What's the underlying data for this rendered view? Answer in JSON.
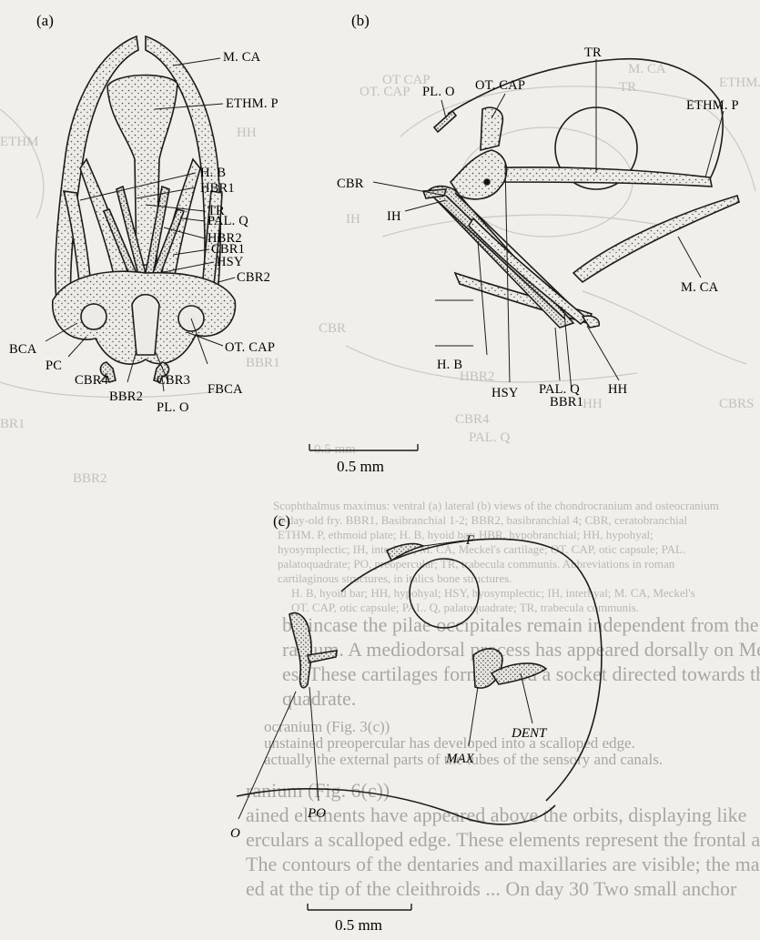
{
  "panels": {
    "a": {
      "letter": "(a)",
      "labels": {
        "m_ca": "M. CA",
        "ethm_p": "ETHM. P",
        "h_b": "H. B",
        "hbr1": "HBR1",
        "tr": "TR",
        "pal_q": "PAL. Q",
        "hbr2": "HBR2",
        "cbr1": "CBR1",
        "hsy": "HSY",
        "cbr2": "CBR2",
        "bca": "BCA",
        "pc": "PC",
        "cbr4": "CBR4",
        "bbr2": "BBR2",
        "cbr3": "CBR3",
        "pl_o": "PL. O",
        "ot_cap": "OT. CAP",
        "fbca": "FBCA"
      }
    },
    "b": {
      "letter": "(b)",
      "labels": {
        "pl_o": "PL. O",
        "ot_cap": "OT. CAP",
        "tr": "TR",
        "ethm_p": "ETHM. P",
        "cbr": "CBR",
        "ih": "IH",
        "m_ca": "M. CA",
        "h_b": "H. B",
        "hsy": "HSY",
        "pal_q": "PAL. Q",
        "hh": "HH",
        "bbr1": "BBR1"
      }
    },
    "c": {
      "letter": "(c)",
      "labels": {
        "f": "F",
        "dent": "DENT",
        "max": "MAX",
        "o": "O",
        "po": "PO"
      }
    }
  },
  "scale_bars": {
    "top": "0.5 mm",
    "bottom": "0.5 mm"
  },
  "background_page": {
    "caption_lines": [
      "Scophthalmus maximus: ventral (a) lateral (b) views of the chondrocranium and osteocranium",
      "5-day-old fry. BBR1, Basibranchial 1-2; BBR2, basibranchial 4; CBR, ceratobranchial",
      "ETHM. P, ethmoid plate; H. B, hyoid bar; HBR, hypobranchial; HH, hypohyal;",
      "hyosymplectic; IH, interhyal; M. CA, Meckel's cartilage; OT. CAP, otic capsule; PAL.",
      "palatoquadrate; PO, preopercular; TR, trabecula communis. Abbreviations in roman",
      "cartilaginous structures, in italics bone structures.",
      "H. B, hyoid bar; HH, hypohyal; HSY, hyosymplectic; IH, interhyal; M. CA, Meckel's",
      "OT. CAP, otic capsule; PAL. Q, palatoquadrate; TR, trabecula communis."
    ],
    "body_lines": [
      "braincase the pilae occipitales remain independent from the rest of",
      "ranium. A mediodorsal process has appeared dorsally on Meckel's",
      "es. These cartilages form united a socket directed towards the",
      "quadrate.",
      "ocranium (Fig. 3(c))",
      "unstained preopercular has developed into a scalloped edge.",
      "actually the external parts of the tubes of the sensory and canals.",
      "ranium (Fig. 6(c))",
      "ained elements have appeared above the orbits, displaying like",
      "erculars a scalloped edge. These elements represent the frontal and",
      "The contours of the dentaries and maxillaries are visible; the maxilla",
      "ed at the tip of the cleithroids ... On day 30 Two small anchor"
    ],
    "ghost_labels": [
      "OT CAP",
      "OT. CAP",
      "M. CA",
      "ETHM",
      "ETHM. P",
      "HH",
      "CBR",
      "HBR2",
      "BBR2",
      "BBR1",
      "BR1",
      "CBR4",
      "CBRS",
      "PAL. Q",
      "HH",
      "IH",
      "TR",
      "0.5 mm"
    ]
  },
  "colors": {
    "ink": "#1c1c1c",
    "paper": "#f1efea",
    "ghost": "#c3c1bb"
  }
}
